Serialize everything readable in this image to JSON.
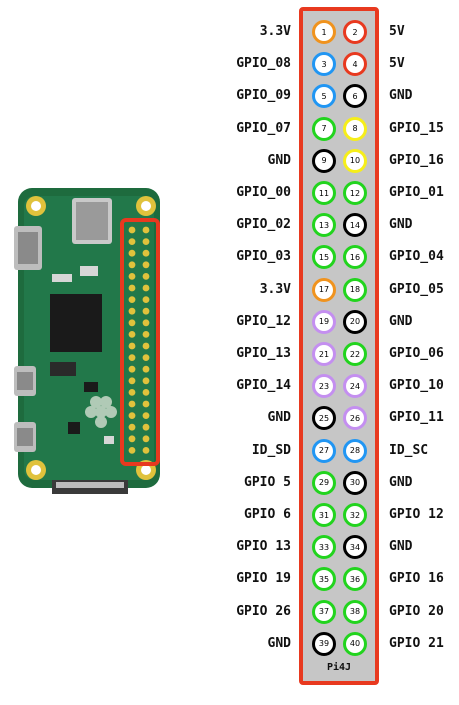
{
  "brand": "Pi4J",
  "colors": {
    "header_border": "#e8391f",
    "header_bg": "#c6c6c6",
    "power_3v3": "#f0931e",
    "power_5v": "#e8391f",
    "ground": "#000000",
    "i2c": "#2196f3",
    "gpio": "#22d41e",
    "uart": "#f6ee1a",
    "spi": "#c48ff0"
  },
  "pins": [
    {
      "left": "3.3V",
      "right": "5V",
      "lnum": "1",
      "rnum": "2",
      "lc": "power_3v3",
      "rc": "power_5v"
    },
    {
      "left": "GPIO_08",
      "right": "5V",
      "lnum": "3",
      "rnum": "4",
      "lc": "i2c",
      "rc": "power_5v"
    },
    {
      "left": "GPIO_09",
      "right": "GND",
      "lnum": "5",
      "rnum": "6",
      "lc": "i2c",
      "rc": "ground"
    },
    {
      "left": "GPIO_07",
      "right": "GPIO_15",
      "lnum": "7",
      "rnum": "8",
      "lc": "gpio",
      "rc": "uart"
    },
    {
      "left": "GND",
      "right": "GPIO_16",
      "lnum": "9",
      "rnum": "10",
      "lc": "ground",
      "rc": "uart"
    },
    {
      "left": "GPIO_00",
      "right": "GPIO_01",
      "lnum": "11",
      "rnum": "12",
      "lc": "gpio",
      "rc": "gpio"
    },
    {
      "left": "GPIO_02",
      "right": "GND",
      "lnum": "13",
      "rnum": "14",
      "lc": "gpio",
      "rc": "ground"
    },
    {
      "left": "GPIO_03",
      "right": "GPIO_04",
      "lnum": "15",
      "rnum": "16",
      "lc": "gpio",
      "rc": "gpio"
    },
    {
      "left": "3.3V",
      "right": "GPIO_05",
      "lnum": "17",
      "rnum": "18",
      "lc": "power_3v3",
      "rc": "gpio"
    },
    {
      "left": "GPIO_12",
      "right": "GND",
      "lnum": "19",
      "rnum": "20",
      "lc": "spi",
      "rc": "ground"
    },
    {
      "left": "GPIO_13",
      "right": "GPIO_06",
      "lnum": "21",
      "rnum": "22",
      "lc": "spi",
      "rc": "gpio"
    },
    {
      "left": "GPIO_14",
      "right": "GPIO_10",
      "lnum": "23",
      "rnum": "24",
      "lc": "spi",
      "rc": "spi"
    },
    {
      "left": "GND",
      "right": "GPIO_11",
      "lnum": "25",
      "rnum": "26",
      "lc": "ground",
      "rc": "spi"
    },
    {
      "left": "ID_SD",
      "right": "ID_SC",
      "lnum": "27",
      "rnum": "28",
      "lc": "i2c",
      "rc": "i2c"
    },
    {
      "left": "GPIO 5",
      "right": "GND",
      "lnum": "29",
      "rnum": "30",
      "lc": "gpio",
      "rc": "ground"
    },
    {
      "left": "GPIO 6",
      "right": "GPIO 12",
      "lnum": "31",
      "rnum": "32",
      "lc": "gpio",
      "rc": "gpio"
    },
    {
      "left": "GPIO 13",
      "right": "GND",
      "lnum": "33",
      "rnum": "34",
      "lc": "gpio",
      "rc": "ground"
    },
    {
      "left": "GPIO 19",
      "right": "GPIO 16",
      "lnum": "35",
      "rnum": "36",
      "lc": "gpio",
      "rc": "gpio"
    },
    {
      "left": "GPIO 26",
      "right": "GPIO 20",
      "lnum": "37",
      "rnum": "38",
      "lc": "gpio",
      "rc": "gpio"
    },
    {
      "left": "GND",
      "right": "GPIO 21",
      "lnum": "39",
      "rnum": "40",
      "lc": "ground",
      "rc": "gpio"
    }
  ]
}
